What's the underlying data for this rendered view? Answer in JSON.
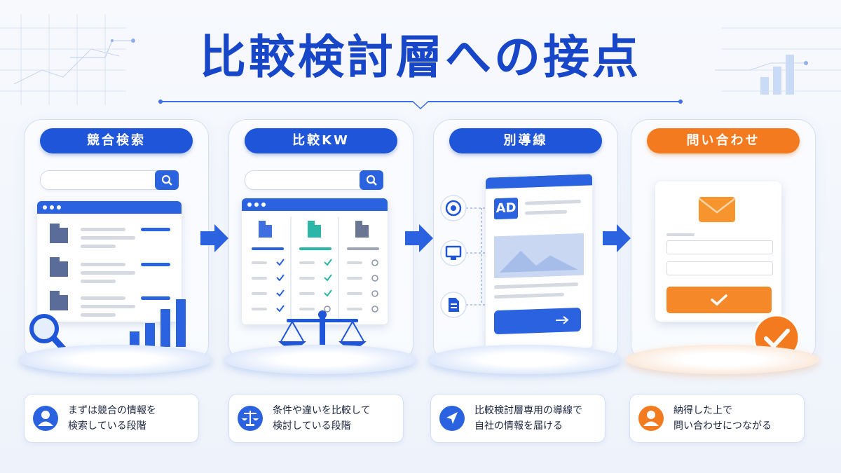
{
  "title": "比較検討層への接点",
  "steps": [
    {
      "label": "競合検索",
      "caption_line1": "まずは競合の情報を",
      "caption_line2": "検索している段階",
      "icon": "user-icon"
    },
    {
      "label": "比較KW",
      "caption_line1": "条件や違いを比較して",
      "caption_line2": "検討している段階",
      "icon": "scale-icon"
    },
    {
      "label": "別導線",
      "caption_line1": "比較検討層専用の導線で",
      "caption_line2": "自社の情報を届ける",
      "icon": "send-icon"
    },
    {
      "label": "問い合わせ",
      "caption_line1": "納得した上で",
      "caption_line2": "問い合わせにつながる",
      "icon": "user-icon"
    }
  ],
  "ad_label": "AD",
  "colors": {
    "primary": "#1f55d8",
    "accent": "#f37a1f",
    "teal": "#2bb6a8"
  }
}
